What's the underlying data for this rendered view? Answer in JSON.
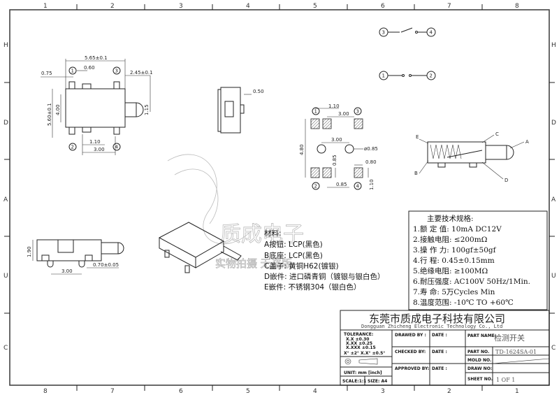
{
  "grid": {
    "top": [
      "1",
      "2",
      "3",
      "4",
      "5",
      "6",
      "7",
      "8"
    ],
    "bottom": [
      "8",
      "7",
      "6",
      "5",
      "4",
      "3",
      "2",
      "1"
    ],
    "side": [
      "H",
      "D",
      "A",
      "U",
      "C"
    ]
  },
  "watermark": {
    "title": "质成电子",
    "sub": "实物拍摄 无盗版"
  },
  "top_view": {
    "width": "5.65±0.1",
    "height": "5.60±0.1",
    "body": "4.00",
    "d075": "0.75",
    "d060": "0.60",
    "d245": "2.45±0.1",
    "d115": "1.15",
    "d110": "1.10",
    "d300": "3.00",
    "pins": [
      "1",
      "2",
      "3",
      "4"
    ]
  },
  "side_view": {
    "d050": "0.50"
  },
  "front_view": {
    "d190": "1.90",
    "d300": "3.00",
    "d070": "0.70±0.05"
  },
  "footprint": {
    "d110": "1.10",
    "d300a": "3.00",
    "d480": "4.80",
    "d300b": "3.00",
    "hole": "ø0.85",
    "d085a": "0.85",
    "d085b": "0.85",
    "d080": "0.80",
    "d110b": "1.10",
    "pins": [
      "1",
      "2",
      "3",
      "4"
    ]
  },
  "schematic": {
    "pins": [
      "3",
      "4",
      "1",
      "2"
    ]
  },
  "section": {
    "labels": [
      "A",
      "B",
      "C",
      "D",
      "E"
    ]
  },
  "materials": {
    "title": "材料:",
    "items": [
      "A按钮: LCP(黑色)",
      "B底座: LCP(黑色)",
      "C盖子: 黄铜H62(镀银)",
      "D嵌件: 进口磷青铜（镀银与银白色）",
      "E嵌件: 不锈钢304（银白色）"
    ]
  },
  "specs": {
    "title": "主要技术规格:",
    "items": [
      "1.额 定 值: 10mA DC12V",
      "2.接触电阻: ≤200mΩ",
      "3.操 作 力: 100gf±50gf",
      "4.行    程: 0.45±0.15mm",
      "5.绝缘电阻: ≥100MΩ",
      "6.耐压强度: AC100V 50Hz/1Min.",
      "7.寿    命: 5万Cycles Min",
      "8.温度范围: -10℃ TO +60℃"
    ]
  },
  "title_block": {
    "company_cn": "东莞市质成电子科技有限公司",
    "company_en": "Dongguan Zhicheng Electronic Technology Co., Ltd",
    "tolerance": "TOLERANCE:",
    "tol_lines": [
      "X.X    ±0.30",
      "X.XX   ±0.25",
      "X.XXX ±0.15"
    ],
    "angle": "X° ±2°    X.X° ±0.5°",
    "unit": "UNIT: mm [inch]",
    "scale": "SCALE:1:1",
    "size": "SIZE: A4",
    "drawed_by": "DRAWED BY :",
    "checked_by": "CHECKED BY:",
    "approved_by": "APPROVED BY:",
    "date": "DATE :",
    "part_name_label": "PART NAME:",
    "part_name": "检测开关",
    "part_no_label": "PART NO.",
    "part_no": "TD-1624SA-01",
    "mold_no_label": "MOLD NO.",
    "draw_no_label": "DRAW NO:",
    "sheet_no_label": "SHEET NO.",
    "sheet_no": "1 OF 1"
  }
}
